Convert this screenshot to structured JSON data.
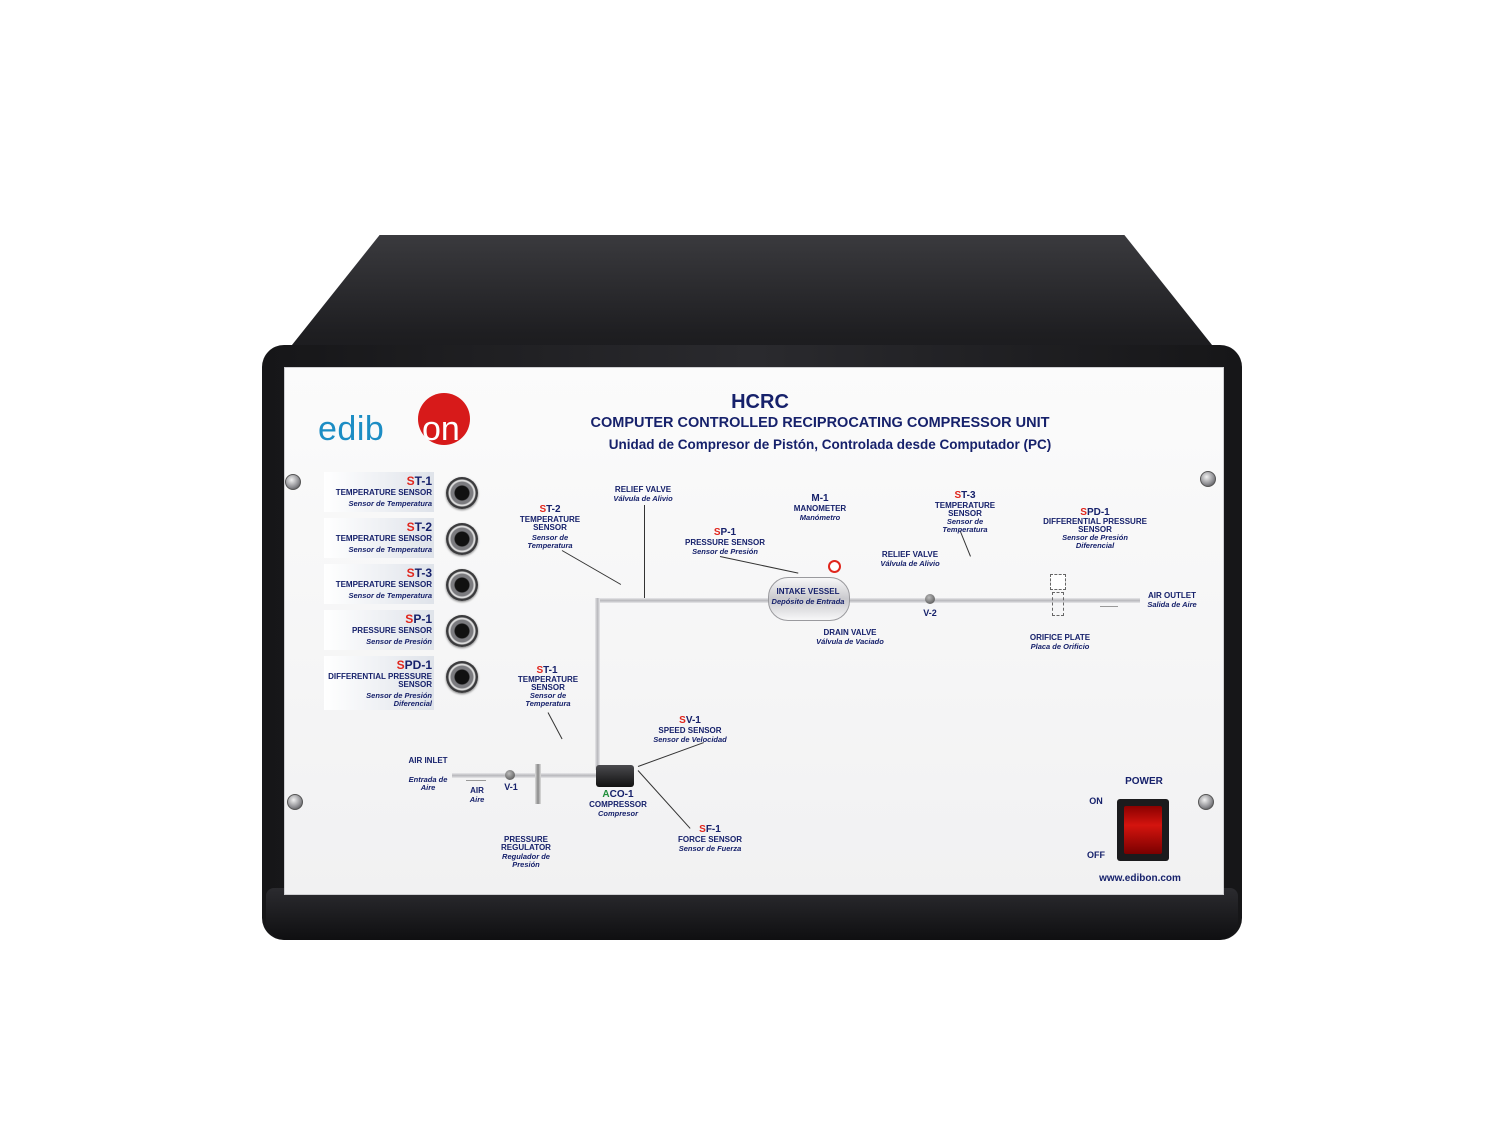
{
  "brand": {
    "logo_text_a": "edib",
    "logo_text_b": "on",
    "logo_color": "#1c8dc4",
    "logo_circle_color": "#d71a1a",
    "url": "www.edibon.com"
  },
  "header": {
    "model": "HCRC",
    "title_en": "COMPUTER CONTROLLED RECIPROCATING COMPRESSOR UNIT",
    "title_es": "Unidad de Compresor de Pistón, Controlada desde Computador (PC)"
  },
  "connectors": [
    {
      "tag_a": "S",
      "tag_b": "T-1",
      "en": "TEMPERATURE SENSOR",
      "es": "Sensor de Temperatura"
    },
    {
      "tag_a": "S",
      "tag_b": "T-2",
      "en": "TEMPERATURE SENSOR",
      "es": "Sensor de Temperatura"
    },
    {
      "tag_a": "S",
      "tag_b": "T-3",
      "en": "TEMPERATURE SENSOR",
      "es": "Sensor de Temperatura"
    },
    {
      "tag_a": "S",
      "tag_b": "P-1",
      "en": "PRESSURE SENSOR",
      "es": "Sensor de Presión"
    },
    {
      "tag_a": "S",
      "tag_b": "PD-1",
      "en": "DIFFERENTIAL PRESSURE SENSOR",
      "es": "Sensor de Presión Diferencial"
    }
  ],
  "diagram": {
    "st2": {
      "tag_a": "S",
      "tag_b": "T-2",
      "en": "TEMPERATURE SENSOR",
      "es": "Sensor de Temperatura"
    },
    "relief1": {
      "en": "RELIEF VALVE",
      "es": "Válvula de Alivio"
    },
    "sp1": {
      "tag_a": "S",
      "tag_b": "P-1",
      "en": "PRESSURE SENSOR",
      "es": "Sensor de Presión"
    },
    "m1": {
      "tag": "M-1",
      "en": "MANOMETER",
      "es": "Manómetro"
    },
    "vessel": {
      "en": "INTAKE VESSEL",
      "es": "Depósito de Entrada"
    },
    "drain": {
      "en": "DRAIN VALVE",
      "es": "Válvula de Vaciado"
    },
    "relief2": {
      "en": "RELIEF VALVE",
      "es": "Válvula de Alivio"
    },
    "v2": "V-2",
    "st3": {
      "tag_a": "S",
      "tag_b": "T-3",
      "en": "TEMPERATURE SENSOR",
      "es": "Sensor de Temperatura"
    },
    "spd1": {
      "tag_a": "S",
      "tag_b": "PD-1",
      "en": "DIFFERENTIAL PRESSURE SENSOR",
      "es": "Sensor de Presión Diferencial"
    },
    "outlet": {
      "en": "AIR OUTLET",
      "es": "Salida de Aire"
    },
    "orifice": {
      "en": "ORIFICE PLATE",
      "es": "Placa de Orificio"
    },
    "st1": {
      "tag_a": "S",
      "tag_b": "T-1",
      "en": "TEMPERATURE SENSOR",
      "es": "Sensor de Temperatura"
    },
    "sv1": {
      "tag_a": "S",
      "tag_b": "V-1",
      "en": "SPEED SENSOR",
      "es": "Sensor de Velocidad"
    },
    "inlet": {
      "en": "AIR INLET",
      "es": "Entrada de Aire"
    },
    "air": {
      "en": "AIR",
      "es": "Aire"
    },
    "v1": "V-1",
    "regulator": {
      "en": "PRESSURE REGULATOR",
      "es": "Regulador de Presión"
    },
    "aco1": {
      "tag_a": "A",
      "tag_b": "CO-1",
      "en": "COMPRESSOR",
      "es": "Compresor"
    },
    "sf1": {
      "tag_a": "S",
      "tag_b": "F-1",
      "en": "FORCE SENSOR",
      "es": "Sensor de Fuerza"
    }
  },
  "power": {
    "label": "POWER",
    "on": "ON",
    "off": "OFF"
  }
}
